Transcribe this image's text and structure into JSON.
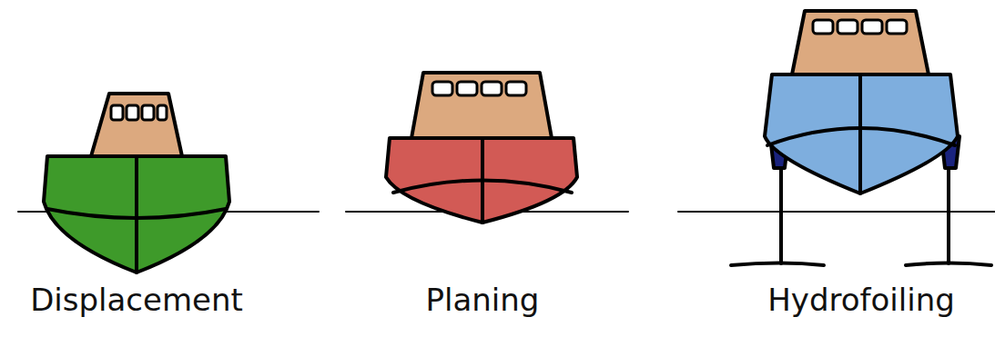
{
  "diagram": {
    "labels": [
      "Displacement",
      "Planing",
      "Hydrofoiling"
    ]
  }
}
